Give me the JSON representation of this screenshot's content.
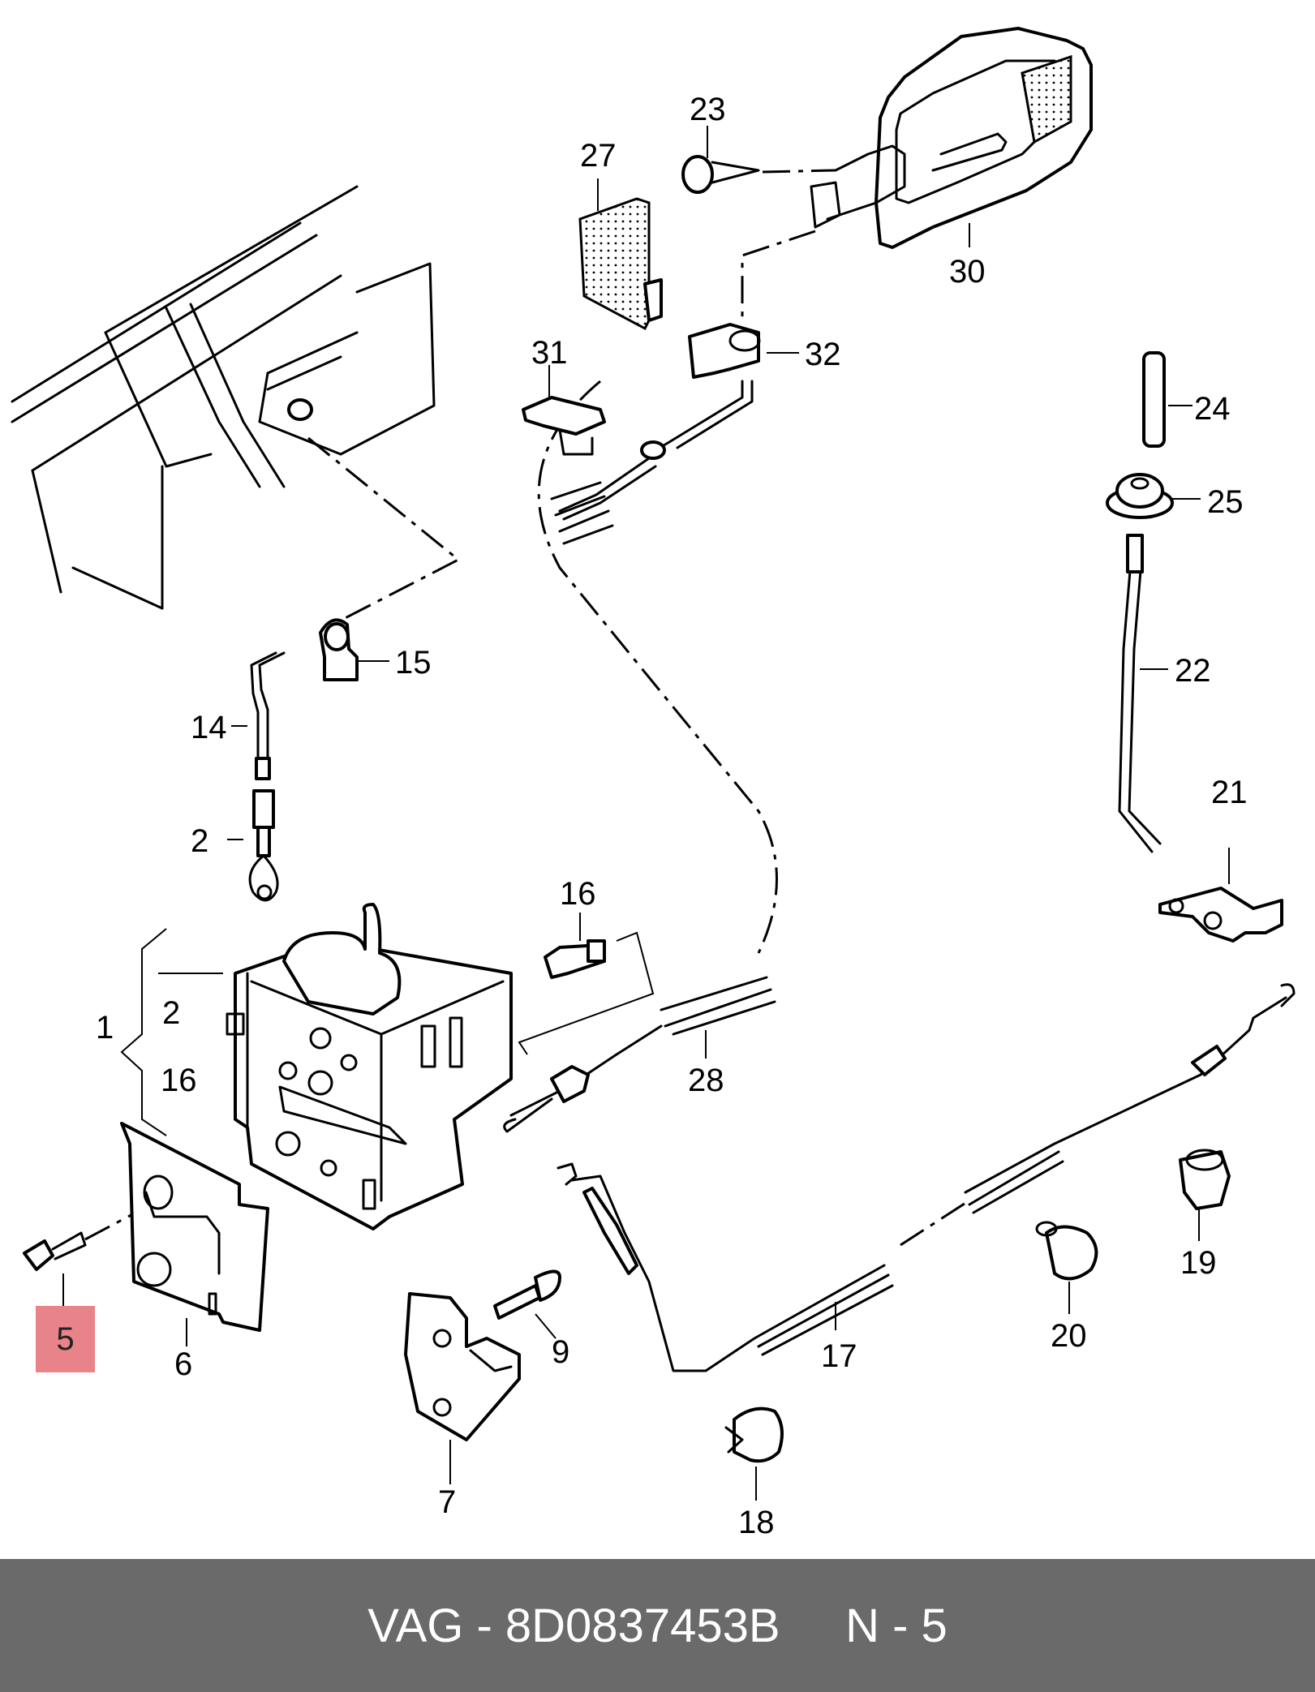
{
  "labels": {
    "l1": "1",
    "l2a": "2",
    "l2b": "2",
    "l5": "5",
    "l6": "6",
    "l7": "7",
    "l9": "9",
    "l14": "14",
    "l15": "15",
    "l16a": "16",
    "l16b": "16",
    "l17": "17",
    "l18": "18",
    "l19": "19",
    "l20": "20",
    "l21": "21",
    "l22": "22",
    "l23": "23",
    "l24": "24",
    "l25": "25",
    "l27": "27",
    "l28": "28",
    "l30": "30",
    "l31": "31",
    "l32": "32"
  },
  "highlighted_part": "5",
  "highlight_color": "#e9838a",
  "footer": {
    "text": "VAG - 8D0837453B     N - 5",
    "background": "#6a6a6a",
    "color": "#ffffff"
  }
}
